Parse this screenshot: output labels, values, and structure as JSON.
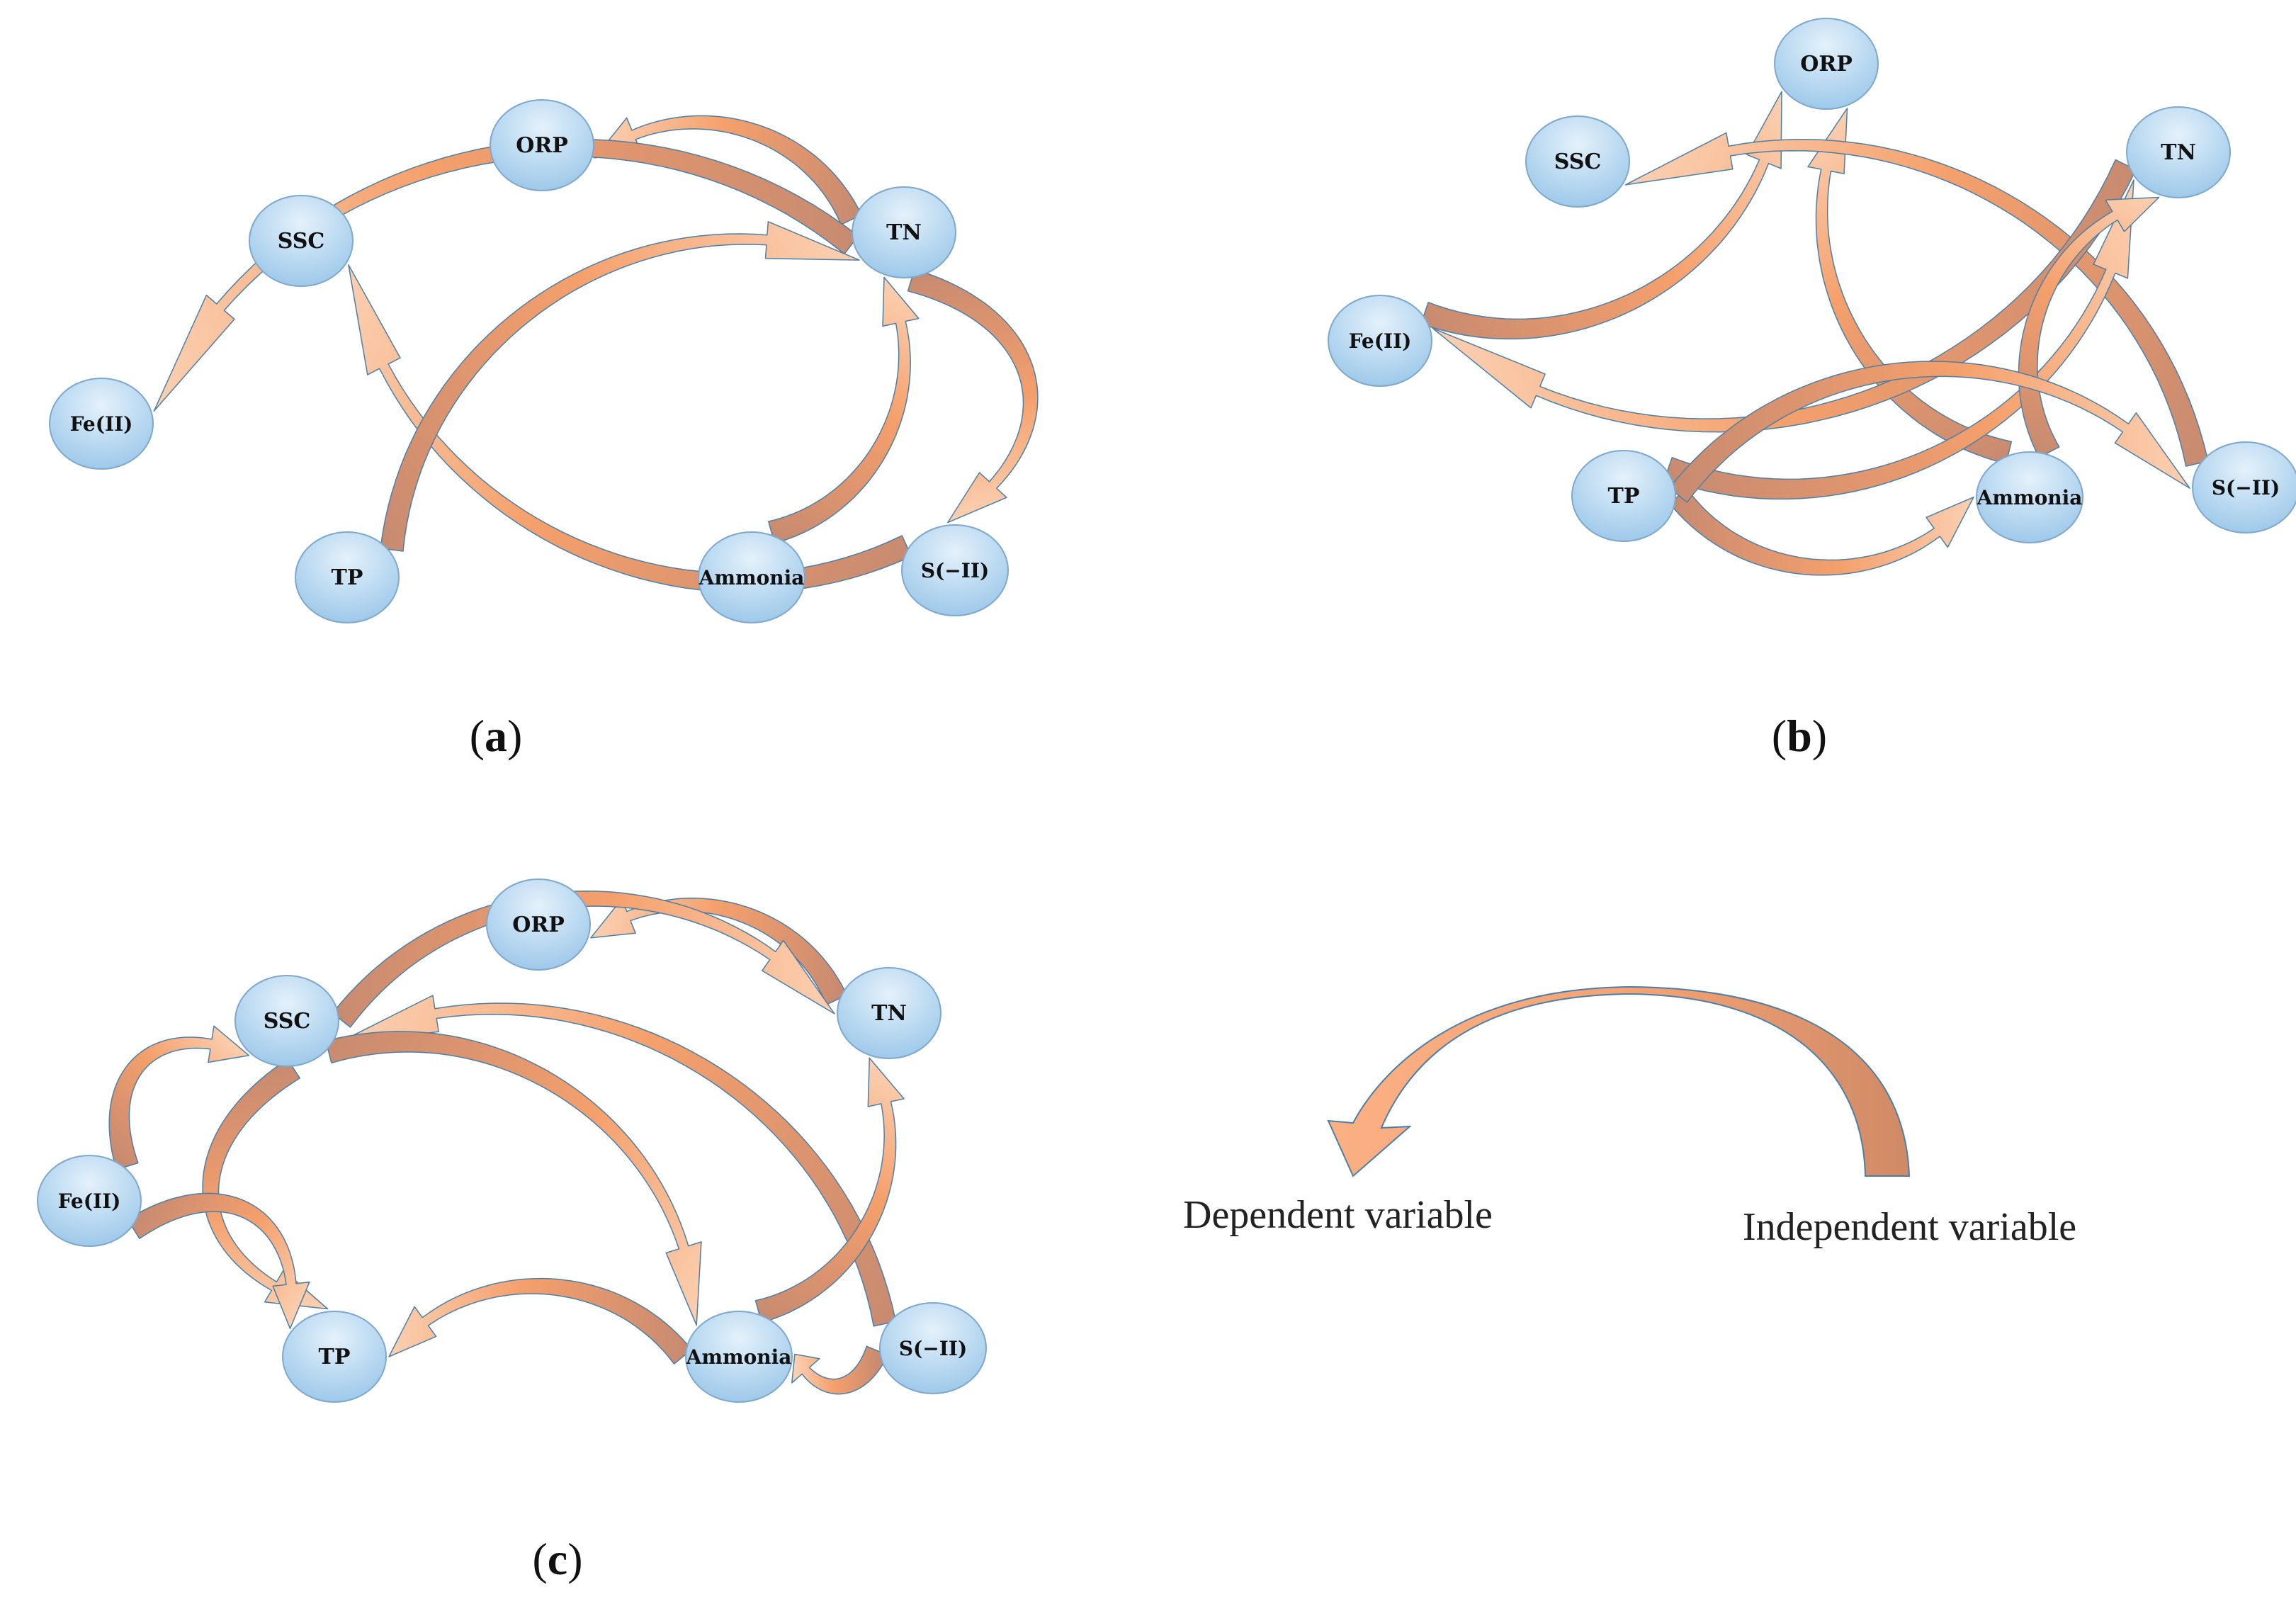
{
  "figure": {
    "panels": [
      {
        "id": "a",
        "label": "a",
        "nodes": [
          "ORP",
          "SSC",
          "TN",
          "Fe(II)",
          "TP",
          "Ammonia",
          "S(−II)"
        ],
        "edges": [
          {
            "from": "TN",
            "to": "ORP"
          },
          {
            "from": "S(−II)",
            "to": "SSC"
          },
          {
            "from": "TN",
            "to": "Fe(II)"
          },
          {
            "from": "TP",
            "to": "TN"
          },
          {
            "from": "Ammonia",
            "to": "TN"
          },
          {
            "from": "TN",
            "to": "S(−II)"
          }
        ]
      },
      {
        "id": "b",
        "label": "b",
        "nodes": [
          "ORP",
          "SSC",
          "TN",
          "Fe(II)",
          "TP",
          "Ammonia",
          "S(−II)"
        ],
        "edges": [
          {
            "from": "Fe(II)",
            "to": "ORP"
          },
          {
            "from": "Ammonia",
            "to": "ORP"
          },
          {
            "from": "S(−II)",
            "to": "SSC"
          },
          {
            "from": "TN",
            "to": "Fe(II)"
          },
          {
            "from": "TP",
            "to": "TN"
          },
          {
            "from": "Ammonia",
            "to": "TN"
          },
          {
            "from": "TP",
            "to": "Ammonia"
          },
          {
            "from": "TP",
            "to": "S(−II)"
          }
        ]
      },
      {
        "id": "c",
        "label": "c",
        "nodes": [
          "ORP",
          "SSC",
          "TN",
          "Fe(II)",
          "TP",
          "Ammonia",
          "S(−II)"
        ],
        "edges": [
          {
            "from": "TN",
            "to": "ORP"
          },
          {
            "from": "Fe(II)",
            "to": "SSC"
          },
          {
            "from": "S(−II)",
            "to": "SSC"
          },
          {
            "from": "SSC",
            "to": "TN"
          },
          {
            "from": "SSC",
            "to": "TP"
          },
          {
            "from": "SSC",
            "to": "Ammonia"
          },
          {
            "from": "Ammonia",
            "to": "TN"
          },
          {
            "from": "Fe(II)",
            "to": "TP"
          },
          {
            "from": "Ammonia",
            "to": "TP"
          },
          {
            "from": "S(−II)",
            "to": "Ammonia"
          }
        ]
      }
    ],
    "legend": {
      "dependent_label": "Dependent variable",
      "independent_label": "Independent variable"
    },
    "colors": {
      "node_fill_light": "#dcedf9",
      "node_fill_dark": "#9ec9ea",
      "node_stroke": "#7fa8cc",
      "arrow_light": "#fbd0b2",
      "arrow_mid": "#f5a06c",
      "arrow_dark": "#c98b70",
      "arrow_outline": "#4d7fa6"
    }
  }
}
